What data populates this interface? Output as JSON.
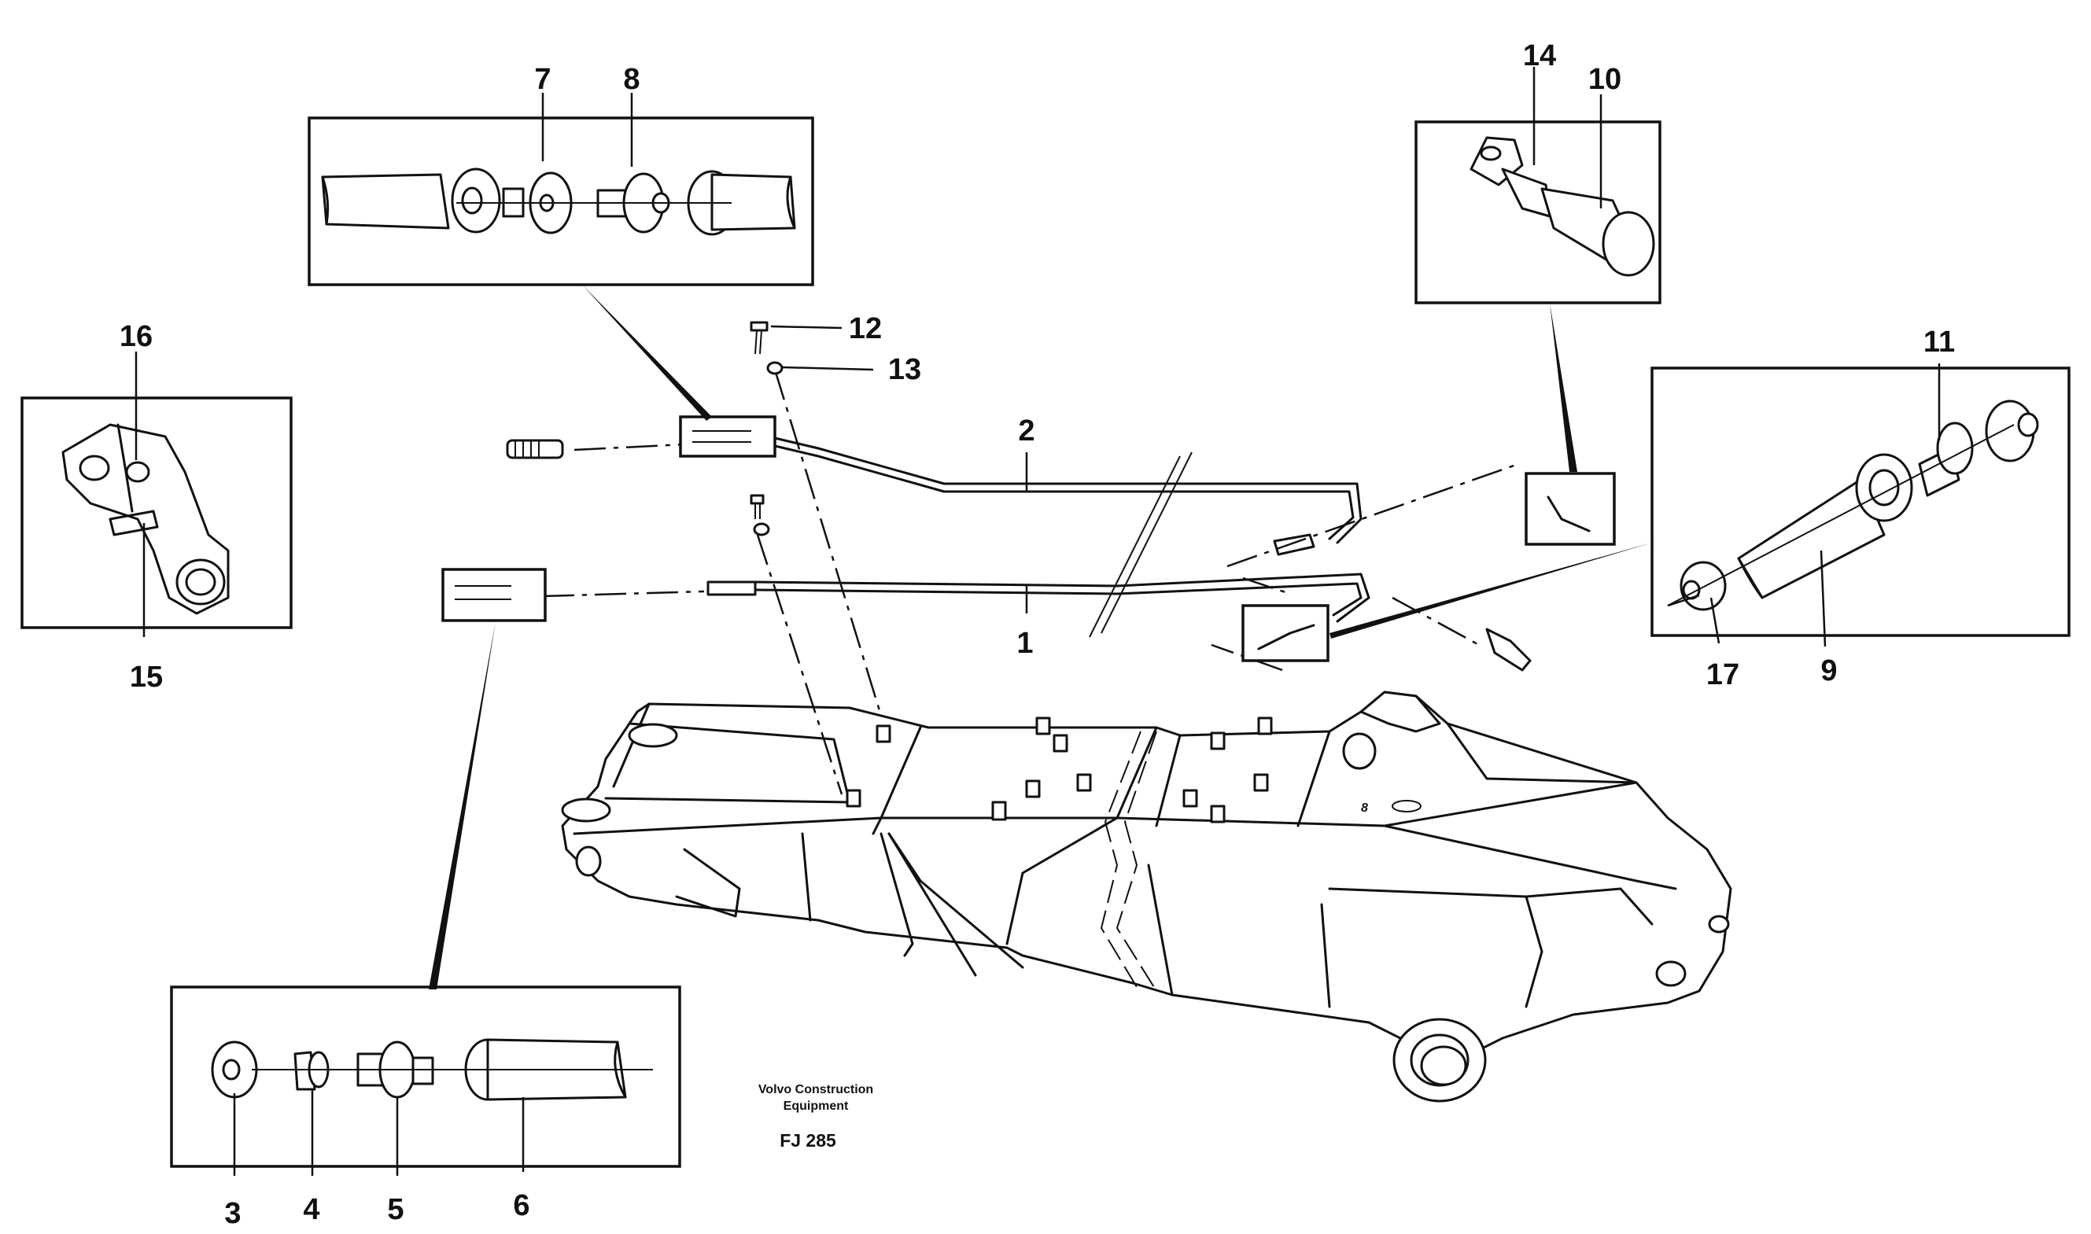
{
  "callouts": {
    "c1": "1",
    "c2": "2",
    "c3": "3",
    "c4": "4",
    "c5": "5",
    "c6": "6",
    "c7": "7",
    "c8": "8",
    "c9": "9",
    "c10": "10",
    "c11": "11",
    "c12": "12",
    "c13": "13",
    "c14": "14",
    "c15": "15",
    "c16": "16",
    "c17": "17"
  },
  "caption": {
    "company_line1": "Volvo Construction",
    "company_line2": "Equipment",
    "figure_code": "FJ 285"
  },
  "boom_marking": "8"
}
